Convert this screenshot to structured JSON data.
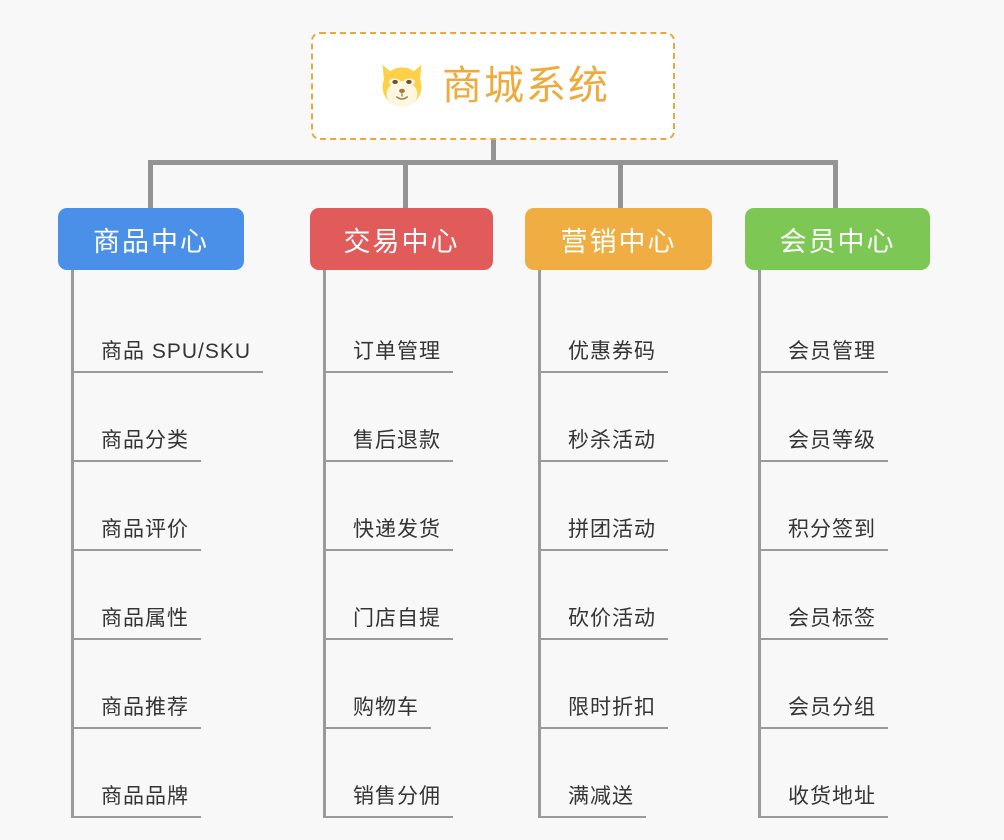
{
  "page": {
    "background_color": "#f8f8f8",
    "line_color": "#949494"
  },
  "root": {
    "icon": "shiba-dog-face-icon",
    "title": "商城系统",
    "text_color": "#edab3e",
    "border_color": "#eaa83c",
    "background_color": "#ffffff"
  },
  "columns": [
    {
      "header": "商品中心",
      "color": "#4a90e8",
      "items": [
        "商品 SPU/SKU",
        "商品分类",
        "商品评价",
        "商品属性",
        "商品推荐",
        "商品品牌"
      ]
    },
    {
      "header": "交易中心",
      "color": "#e15b5b",
      "items": [
        "订单管理",
        "售后退款",
        "快递发货",
        "门店自提",
        "购物车",
        "销售分佣"
      ]
    },
    {
      "header": "营销中心",
      "color": "#efad42",
      "items": [
        "优惠券码",
        "秒杀活动",
        "拼团活动",
        "砍价活动",
        "限时折扣",
        "满减送"
      ]
    },
    {
      "header": "会员中心",
      "color": "#7dc855",
      "items": [
        "会员管理",
        "会员等级",
        "积分签到",
        "会员标签",
        "会员分组",
        "收货地址"
      ]
    }
  ]
}
